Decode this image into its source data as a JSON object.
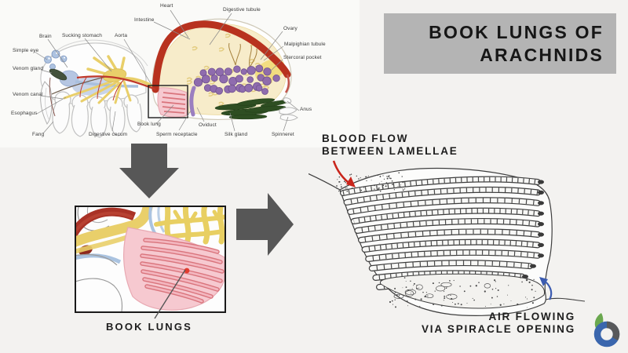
{
  "title": {
    "text": "BOOK LUNGS OF ARACHNIDS"
  },
  "anatomy": {
    "description": "arachnid internal anatomy cross-section",
    "labels": [
      "Heart",
      "Digestive tubule",
      "Intestine",
      "Ovary",
      "Aorta",
      "Malpighian tubule",
      "Brain",
      "Sucking stomach",
      "Stercoral pocket",
      "Simple eye",
      "Venom gland",
      "Venom canal",
      "Esophagus",
      "Fang",
      "Digestive cecum",
      "Book lung",
      "Sperm receptacle",
      "Oviduct",
      "Silk gland",
      "Spinneret",
      "Anus"
    ]
  },
  "inset": {
    "caption": "BOOK LUNGS"
  },
  "figure": {
    "blood": {
      "lines": [
        "BLOOD FLOW",
        "BETWEEN LAMELLAE"
      ]
    },
    "air": {
      "lines": [
        "AIR FLOWING",
        "VIA SPIRACLE OPENING"
      ]
    }
  },
  "colors": {
    "page_bg": "#f3f2f0",
    "title_bg": "#b4b4b4",
    "title_text": "#161616",
    "arrow_gray": "#575757",
    "annotation_text": "#1d1d1d",
    "label_text": "#3a3a3a",
    "blood_arrow": "#c9251b",
    "air_arrow": "#3b5bb0",
    "heart_red": "#b8321f",
    "digestive_yellow": "#e9cf6a",
    "ovary_purple": "#8a66ad",
    "silk_gland_green": "#2e4e22",
    "book_lung_pink": "#f6c9d0",
    "nerve_blue": "#aec4e0",
    "logo_green": "#6aa84f",
    "logo_blue": "#3a66ad",
    "logo_gray": "#58595b"
  }
}
